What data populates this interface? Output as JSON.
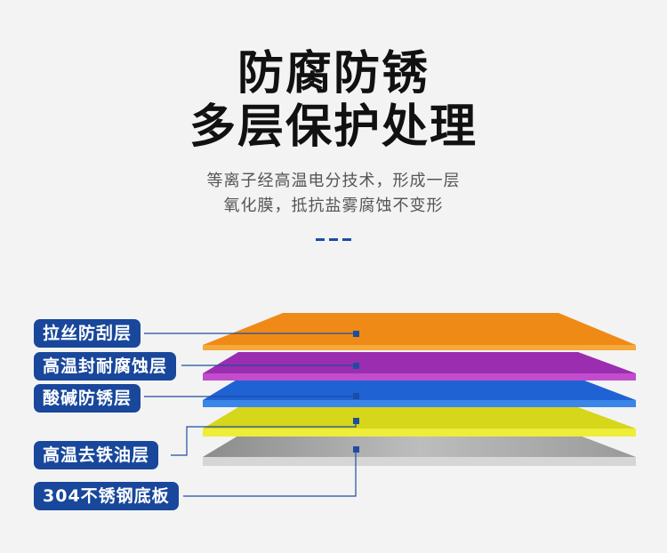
{
  "title": {
    "line1": "防腐防锈",
    "line2": "多层保护处理"
  },
  "subtitle": {
    "line1": "等离子经高温电分技术，形成一层",
    "line2": "氧化膜，抵抗盐雾腐蚀不变形"
  },
  "layers": [
    {
      "label": "拉丝防刮层",
      "color": "#f08a16"
    },
    {
      "label": "高温封耐腐蚀层",
      "color": "#a52fb5"
    },
    {
      "label": "酸碱防锈层",
      "color": "#1f62d4"
    },
    {
      "label": "高温去铁油层",
      "color": "#dcdc1a"
    },
    {
      "label": "304不锈钢底板",
      "color": "#9a9a9a"
    }
  ],
  "colors": {
    "label_bg": "#18479b",
    "accent": "#1c4ea0",
    "title": "#111111"
  }
}
